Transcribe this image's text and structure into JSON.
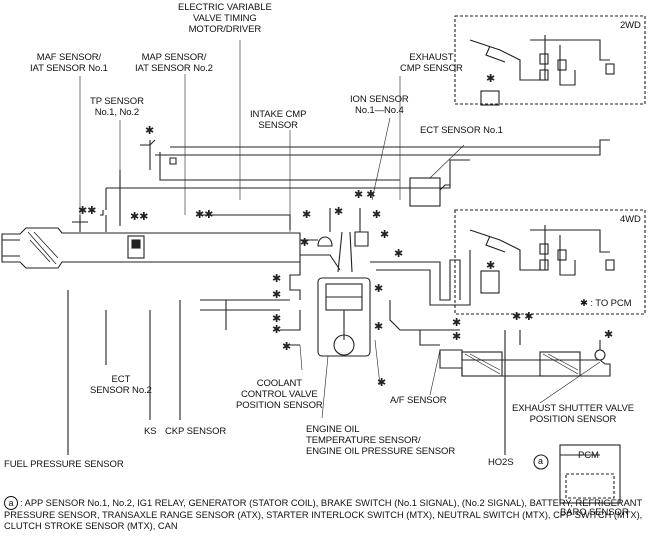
{
  "labels": {
    "evvt": [
      "ELECTRIC VARIABLE",
      "VALVE TIMING",
      "MOTOR/DRIVER"
    ],
    "maf": [
      "MAF SENSOR/",
      "IAT SENSOR No.1"
    ],
    "map": [
      "MAP SENSOR/",
      "IAT SENSOR No.2"
    ],
    "exhaust_cmp": [
      "EXHAUST",
      "CMP SENSOR"
    ],
    "tp": [
      "TP SENSOR",
      "No.1, No.2"
    ],
    "ion": [
      "ION SENSOR",
      "No.1—No.4"
    ],
    "intake_cmp": [
      "INTAKE CMP",
      "SENSOR"
    ],
    "ect1": "ECT SENSOR No.1",
    "ect2": [
      "ECT",
      "SENSOR No.2"
    ],
    "coolant": [
      "COOLANT",
      "CONTROL VALVE",
      "POSITION SENSOR"
    ],
    "af": "A/F SENSOR",
    "ks": "KS",
    "ckp": "CKP SENSOR",
    "oil": [
      "ENGINE OIL",
      "TEMPERATURE SENSOR/",
      "ENGINE OIL PRESSURE SENSOR"
    ],
    "exhaust_shutter": [
      "EXHAUST SHUTTER VALVE",
      "POSITION SENSOR"
    ],
    "fuel_pressure": "FUEL PRESSURE SENSOR",
    "ho2s": "HO2S",
    "baro": "BARO SENSOR",
    "pcm": "PCM",
    "circle_a": "a"
  },
  "insets": {
    "2wd": "2WD",
    "4wd": "4WD",
    "to_pcm": "✱ : TO PCM"
  },
  "note": {
    "marker": "a",
    "text": ": APP SENSOR No.1, No.2, IG1 RELAY, GENERATOR (STATOR COIL), BRAKE SWITCH (No.1 SIGNAL), (No.2 SIGNAL), BATTERY, REFRIGERANT PRESSURE SENSOR, TRANSAXLE RANGE SENSOR (ATX), STARTER INTERLOCK SWITCH (MTX), NEUTRAL SWITCH (MTX), CPP SWITCH (MTX), CLUTCH STROKE SENSOR (MTX), CAN"
  },
  "marker_symbol": "✱"
}
